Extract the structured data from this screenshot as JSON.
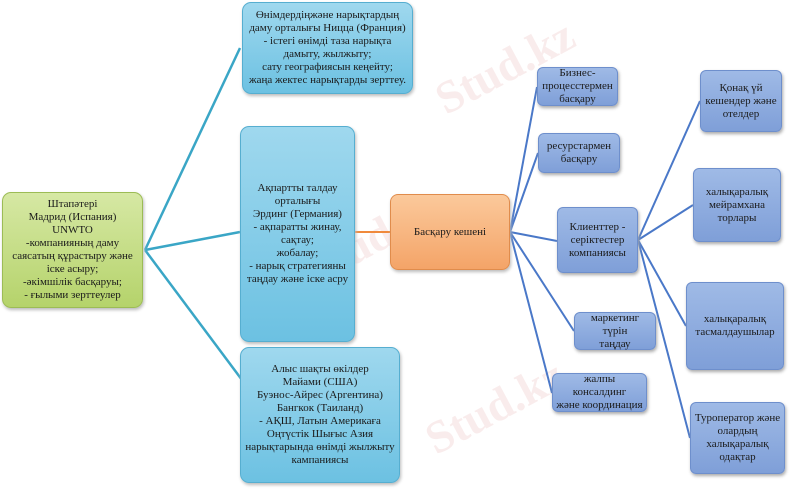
{
  "hq": "Штапәтері\nМадрид (Испания)\nUNWTO\n-компанияның даму саясатың құрастыру және іске асыру;\n-әкімшілік басқаруы;\n- ғылыми зерттеулер",
  "centers": [
    "Өнімдердіңжәне нарықтардың даму орталығы Ницца (Франция)\n- істегі өнімді таза нарықта дамыту, жылжыту;\nсату географиясын кеңейту;\nжаңа жектес нарықтарды зерттеу.",
    "Ақпартты талдау\nорталығы\nЭрдинг (Германия)\n- ақпаратты жинау,\nсақтау;\nжобалау;\n- нарық стратегияны таңдау және іске асру",
    "Алыс шақты өкілдер\nМайами (США)\nБуэнос-Айрес (Аргентина)\nБангкок (Таиланд)\n- АҚШ, Латын Америкаға Оңтүстік Шығыс Азия нарықтарында өнімді жылжыту кампаниясы"
  ],
  "management": "Басқару кешені",
  "functions": [
    "Бизнес-\nпроцесстермен\nбасқару",
    "ресурстармен\nбасқару",
    "Клиенттер -\nсеріктестер\nкомпаниясы",
    "маркетинг түрін\nтаңдау",
    "жалпы консалдинг\nжәне координация"
  ],
  "clients": [
    "Қонақ үй\nкешендер және\nотелдер",
    "халықаралық\nмейрамхана\nторлары",
    "халықаралық\nтасмалдаушылар",
    "Туроператор және\nолардың\nхалықаралық\nодақтар"
  ],
  "watermark": "Stud.kz"
}
